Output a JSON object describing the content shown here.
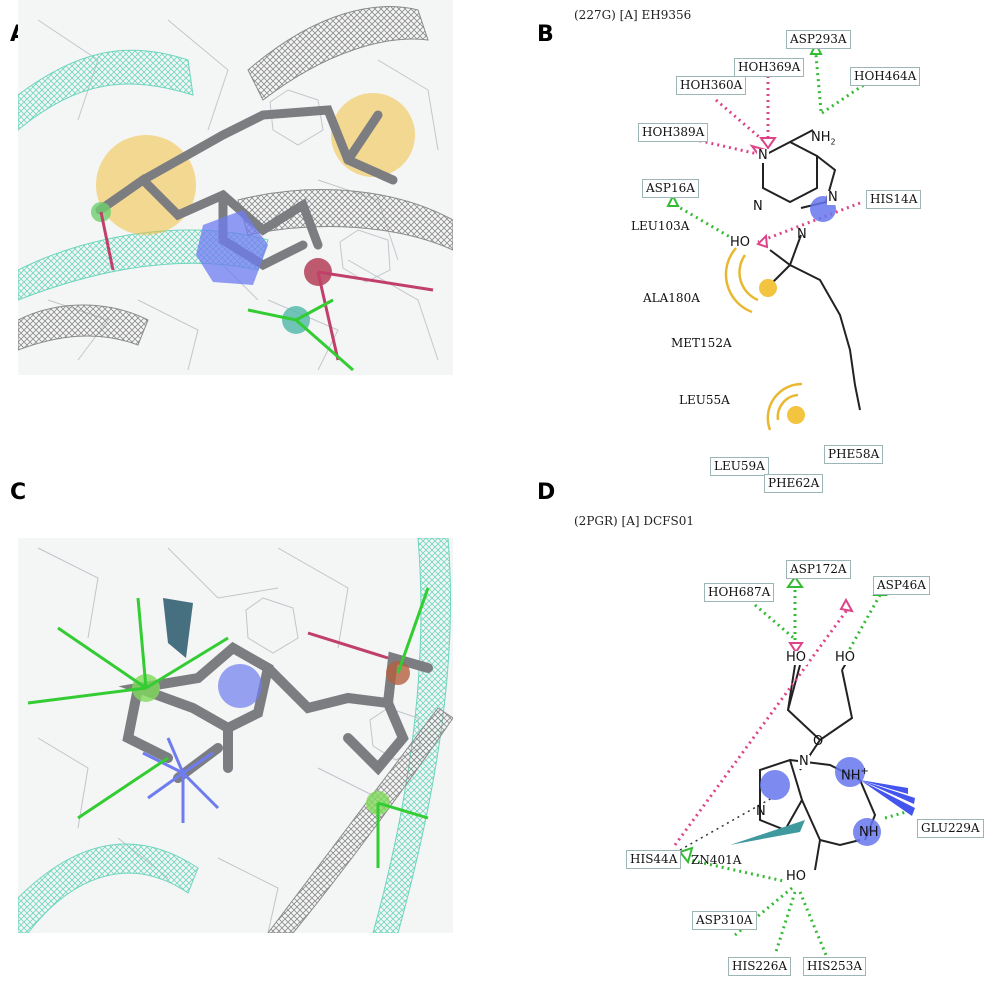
{
  "panels": {
    "A": {
      "letter": "A"
    },
    "B": {
      "letter": "B",
      "header": "(227G) [A] EH9356",
      "residues_boxed": [
        "ASP293A",
        "HOH369A",
        "HOH464A",
        "HOH360A",
        "HOH389A",
        "ASP16A",
        "HIS14A",
        "LEU103A",
        "ALA180A",
        "MET152A",
        "LEU55A",
        "LEU59A",
        "PHE62A",
        "PHE58A"
      ],
      "atoms": {
        "nh2": "NH",
        "nh2_sub": "2",
        "n1": "N",
        "n3": "N",
        "n7": "N",
        "n9": "N",
        "ho": "HO"
      }
    },
    "C": {
      "letter": "C"
    },
    "D": {
      "letter": "D",
      "header": "(2PGR) [A] DCFS01",
      "residues_boxed": [
        "ASP172A",
        "ASP46A",
        "HOH687A",
        "GLU229A",
        "HIS44A",
        "ZN401A",
        "ASP310A",
        "HIS226A",
        "HIS253A"
      ],
      "atoms": {
        "ho1": "HO",
        "ho2": "HO",
        "o_ring": "O",
        "n_top": "N",
        "n_bot": "N",
        "nh_plus": "NH",
        "plus": "+",
        "nh": "NH",
        "ho3": "HO"
      }
    }
  },
  "colors": {
    "hbond_donor": "#dd4488",
    "hbond_acceptor": "#33bb33",
    "hydrophobic": "#e8b830",
    "aromatic": "#5566ee",
    "ribbon_cyan": "#8fe0cc",
    "ribbon_gray": "#9a9a9a"
  }
}
